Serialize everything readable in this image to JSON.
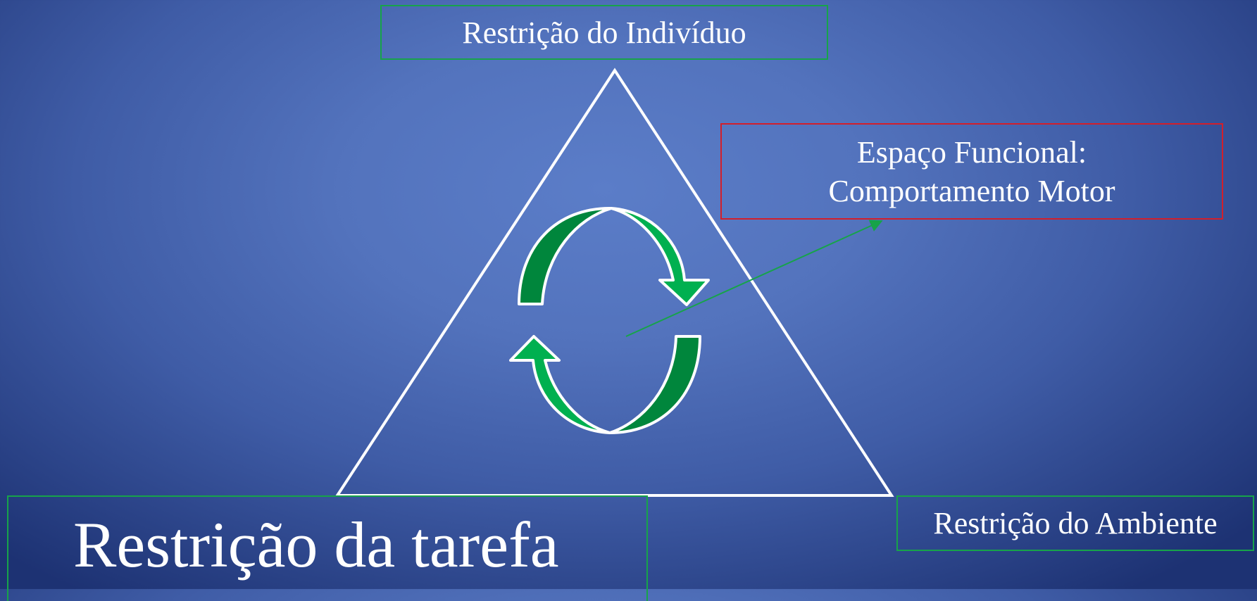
{
  "labels": {
    "individuo": "Restrição do Indivíduo",
    "espaco_line1": "Espaço Funcional:",
    "espaco_line2": "Comportamento Motor",
    "ambiente": "Restrição do Ambiente",
    "tarefa": "Restrição da tarefa"
  },
  "colors": {
    "background_center": "#5b7dc8",
    "background_edge": "#1d3273",
    "green_border": "#17a34a",
    "red_border": "#d21f2b",
    "triangle_stroke": "#ffffff",
    "arrow_green_light": "#00b050",
    "arrow_green_dark": "#00863c",
    "connector_line": "#17a34a"
  },
  "icons": {
    "cycle": "circular-arrows-icon"
  }
}
